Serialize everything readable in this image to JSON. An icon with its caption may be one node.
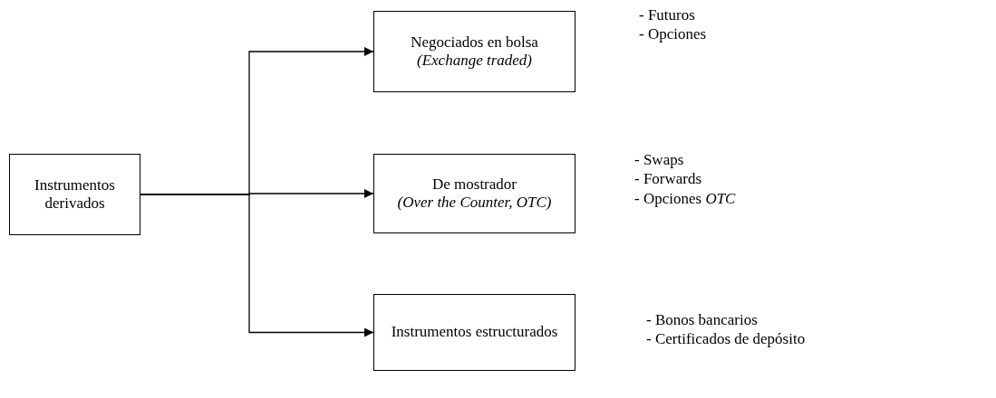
{
  "diagram": {
    "nodes": [
      {
        "text": [
          "Instrumentos derivados"
        ]
      },
      {
        "text": [
          "Negociados en bolsa",
          "(Exchange traded)"
        ],
        "beside": [
          "- Futuros",
          "- Opciones"
        ]
      },
      {
        "text": [
          "De mostrador",
          "(Over the Counter, OTC)"
        ],
        "beside": [
          "- Swaps",
          "- Forwards",
          "- Opciones *OTC*"
        ]
      },
      {
        "text": [
          "Instrumentos estructurados"
        ],
        "beside": [
          "- Bonos bancarios",
          "- Certificados de depósito"
        ]
      }
    ],
    "edges": [
      {
        "from": 0,
        "to": 1,
        "arrow": "to"
      },
      {
        "from": 0,
        "to": 2,
        "arrow": "to"
      },
      {
        "from": 0,
        "to": 3,
        "arrow": "to"
      }
    ]
  }
}
